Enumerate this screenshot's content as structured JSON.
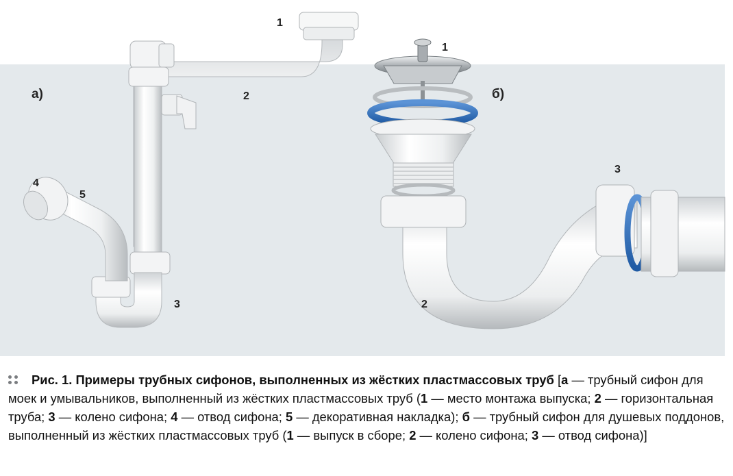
{
  "figure": {
    "panel_a": {
      "section_label": "а)",
      "callouts": {
        "n1": "1",
        "n2": "2",
        "n3": "3",
        "n4": "4",
        "n5": "5"
      }
    },
    "panel_b": {
      "section_label": "б)",
      "callouts": {
        "n1": "1",
        "n2": "2",
        "n3": "3"
      }
    },
    "colors": {
      "background_panel": "#e4e9ec",
      "plastic": "#f4f5f5",
      "seal_blue": "#2f6fb8",
      "steel": "#b9bdc0"
    }
  },
  "caption": {
    "bullet_icon": "double-dot-bullet",
    "lead": "Рис. 1. Примеры трубных сифонов, выполненных из жёстких пластмассовых труб",
    "bracket_open": " [",
    "a_letter": "а",
    "a_text": " — трубный сифон для моек и умывальников, выполненный из жёстких пластмассовых труб (",
    "a1_num": "1",
    "a1_text": " — место монтажа выпуска; ",
    "a2_num": "2",
    "a2_text": " — горизонтальная труба; ",
    "a3_num": "3",
    "a3_text": " — колено сифона; ",
    "a4_num": "4",
    "a4_text": " — отвод сифона; ",
    "a5_num": "5",
    "a5_text": " — декоративная накладка); ",
    "b_letter": "б",
    "b_text": " — трубный сифон для душевых поддонов, выполненный из жёстких пластмассовых труб (",
    "b1_num": "1",
    "b1_text": " — выпуск в сборе; ",
    "b2_num": "2",
    "b2_text": " — колено сифона; ",
    "b3_num": "3",
    "b3_text": " — отвод сифона)]"
  }
}
